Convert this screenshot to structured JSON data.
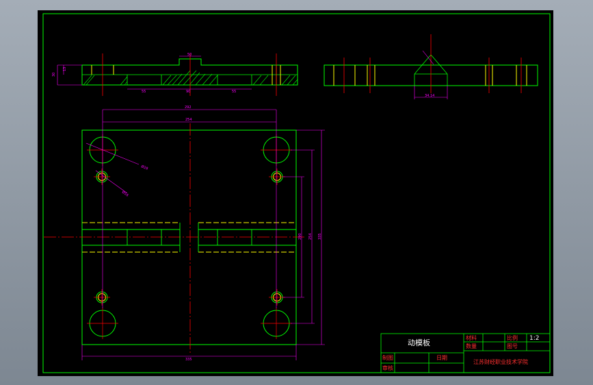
{
  "drawing": {
    "background": "#000000",
    "colors": {
      "outline": "#00ff00",
      "centerline": "#ff0000",
      "dimension": "#ff00ff",
      "hidden": "#ffff00",
      "text": "#ffffff",
      "title_text": "#ff2020"
    },
    "dims": {
      "top_height": "30",
      "top_step": "13",
      "top_boss": "50",
      "top_left": "55",
      "top_mid": "90",
      "top_right": "55",
      "side_wedge": "34.14",
      "plan_outer": "292",
      "plan_inner": "254",
      "hole_big": "Ø28",
      "hole_small": "Ø16",
      "v_inner": "290",
      "v_mid": "254",
      "v_outer": "335",
      "bottom_width": "335"
    }
  },
  "title_block": {
    "part_name": "动模板",
    "material_label": "材料",
    "quantity_label": "数量",
    "scale_label": "比例",
    "scale_value": "1:2",
    "drawing_no_label": "图号",
    "designer_label": "制图",
    "checker_label": "审核",
    "date_label": "日期",
    "school": "江苏财经职业技术学院"
  }
}
